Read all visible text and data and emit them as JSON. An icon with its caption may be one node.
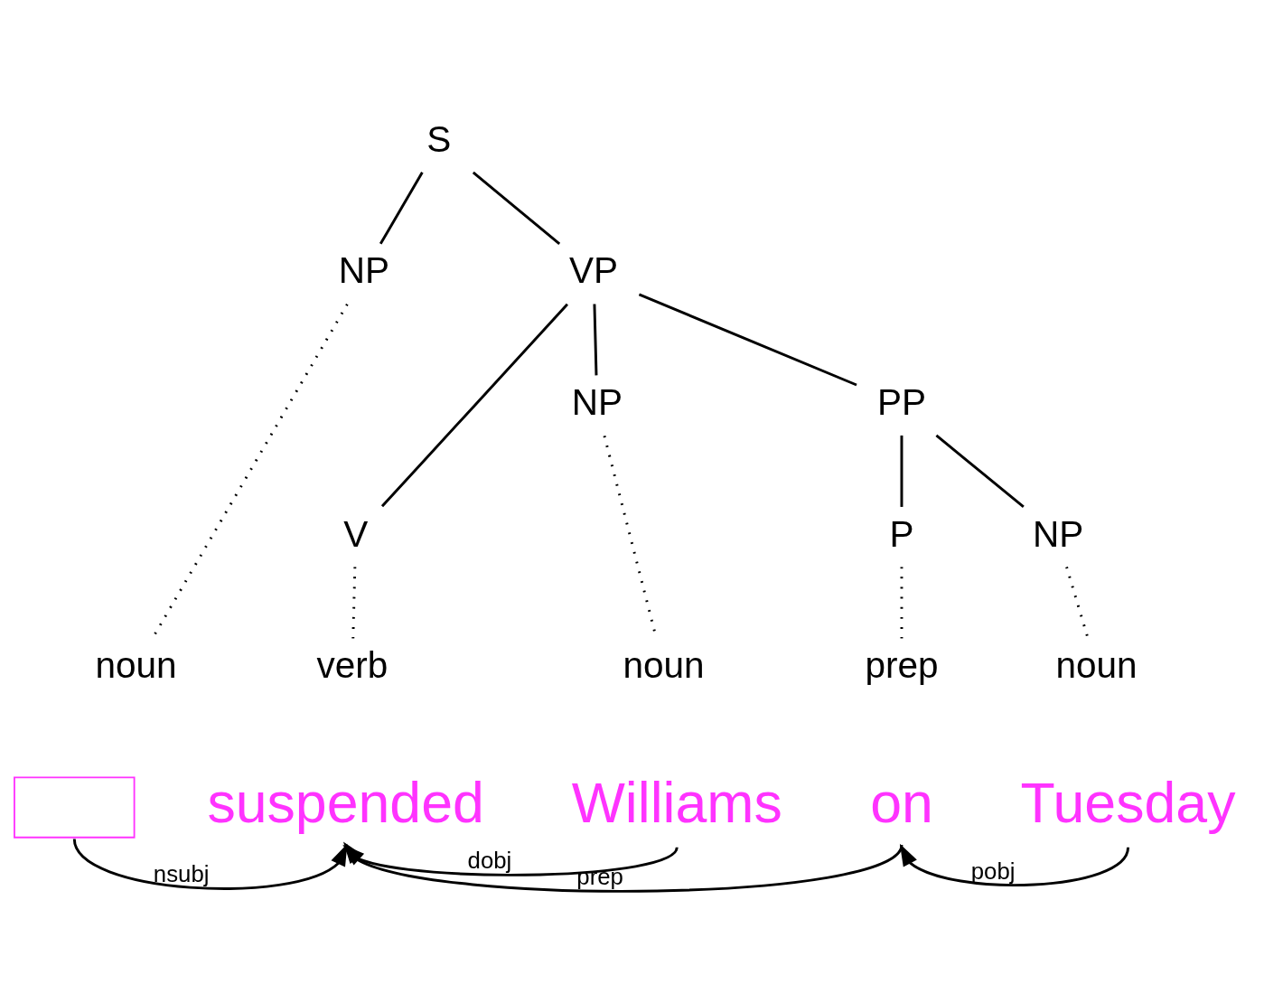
{
  "diagram": {
    "nodes": [
      {
        "text": [
          "S"
        ]
      },
      {
        "text": [
          "NP"
        ]
      },
      {
        "text": [
          "VP"
        ]
      },
      {
        "text": [
          "V"
        ]
      },
      {
        "text": [
          "NP"
        ]
      },
      {
        "text": [
          "PP"
        ]
      },
      {
        "text": [
          "P"
        ]
      },
      {
        "text": [
          "NP"
        ]
      },
      {
        "text": [
          "noun"
        ]
      },
      {
        "text": [
          "verb"
        ]
      },
      {
        "text": [
          "noun"
        ]
      },
      {
        "text": [
          "prep"
        ]
      },
      {
        "text": [
          "noun"
        ]
      },
      {
        "text": [],
        "shape": "box"
      },
      {
        "text": [
          "suspended"
        ]
      },
      {
        "text": [
          "Williams"
        ]
      },
      {
        "text": [
          "on"
        ]
      },
      {
        "text": [
          "Tuesday"
        ]
      }
    ],
    "edges": [
      {
        "from": 0,
        "to": 1,
        "arrow": "none"
      },
      {
        "from": 0,
        "to": 2,
        "arrow": "none"
      },
      {
        "from": 2,
        "to": 3,
        "arrow": "none"
      },
      {
        "from": 2,
        "to": 4,
        "arrow": "none"
      },
      {
        "from": 2,
        "to": 5,
        "arrow": "none"
      },
      {
        "from": 5,
        "to": 6,
        "arrow": "none"
      },
      {
        "from": 5,
        "to": 7,
        "arrow": "none"
      },
      {
        "from": 1,
        "to": 8,
        "arrow": "none",
        "style": "dashed"
      },
      {
        "from": 3,
        "to": 9,
        "arrow": "none",
        "style": "dashed"
      },
      {
        "from": 4,
        "to": 10,
        "arrow": "none",
        "style": "dashed"
      },
      {
        "from": 6,
        "to": 11,
        "arrow": "none",
        "style": "dashed"
      },
      {
        "from": 7,
        "to": 12,
        "arrow": "none",
        "style": "dashed"
      },
      {
        "from": 13,
        "to": 14,
        "arrow": "to",
        "label": "nsubj"
      },
      {
        "from": 15,
        "to": 14,
        "arrow": "to",
        "label": "dobj"
      },
      {
        "from": 16,
        "to": 14,
        "arrow": "to",
        "label": "prep"
      },
      {
        "from": 17,
        "to": 16,
        "arrow": "to",
        "label": "pobj"
      }
    ]
  }
}
